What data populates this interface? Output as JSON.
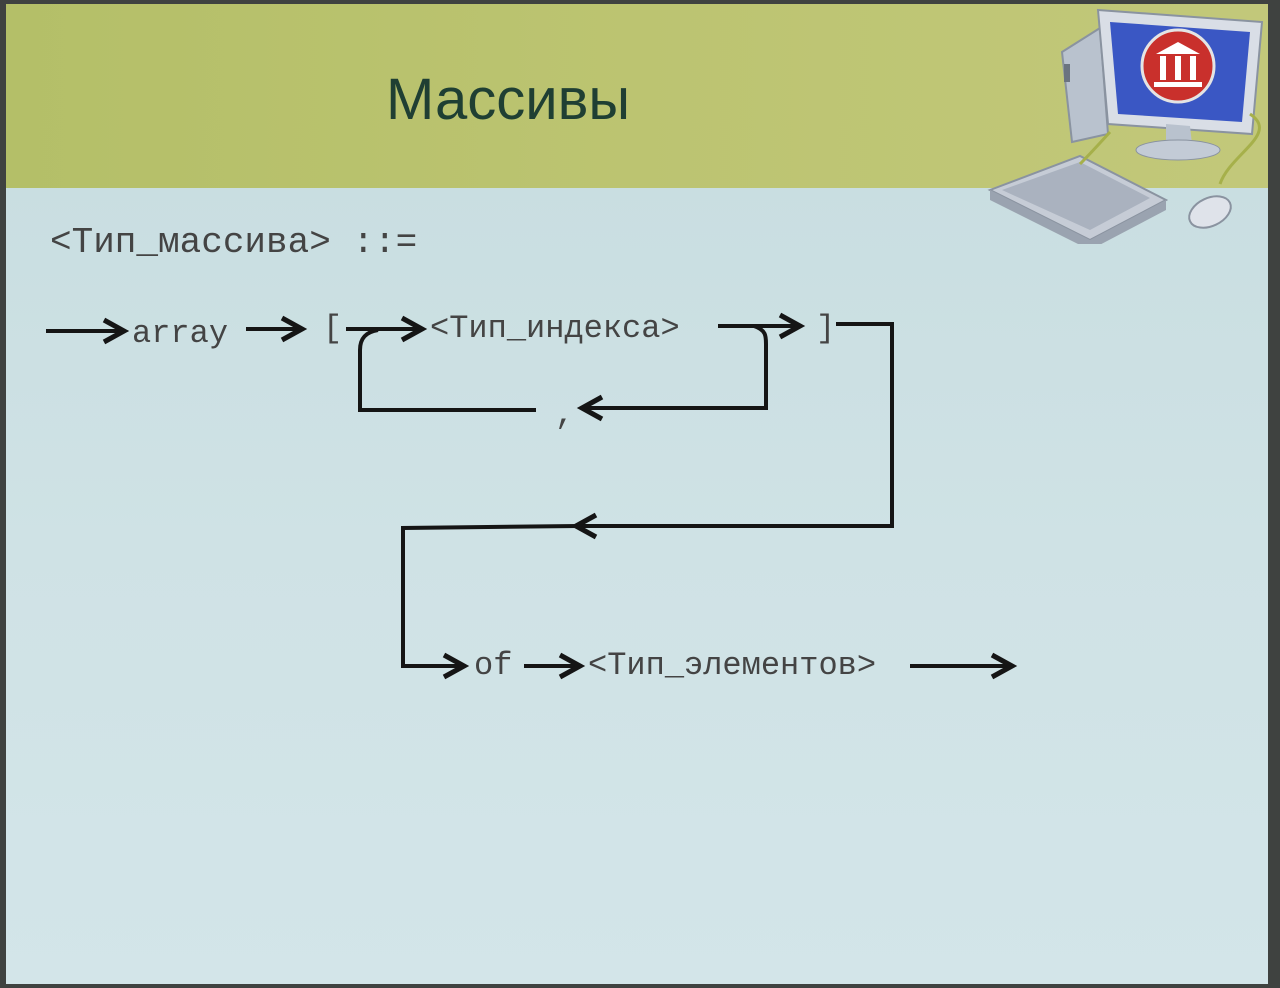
{
  "slide": {
    "title": "Массивы",
    "rule_head": "<Тип_массива> ::="
  },
  "diagram": {
    "nodes": {
      "array": "array",
      "left_bracket": "[",
      "index_type": "<Тип_индекса>",
      "right_bracket": "]",
      "comma": ",",
      "of": "of",
      "element_type": "<Тип_элементов>"
    }
  },
  "icons": {
    "computer": "computer-illustration-icon",
    "logo": "university-building-logo-icon"
  },
  "colors": {
    "title_bar": "#bcc471",
    "background": "#cfe2e5",
    "title_text": "#1f3f33",
    "logo_red": "#c9302c",
    "monitor_blue": "#3a57c4"
  }
}
